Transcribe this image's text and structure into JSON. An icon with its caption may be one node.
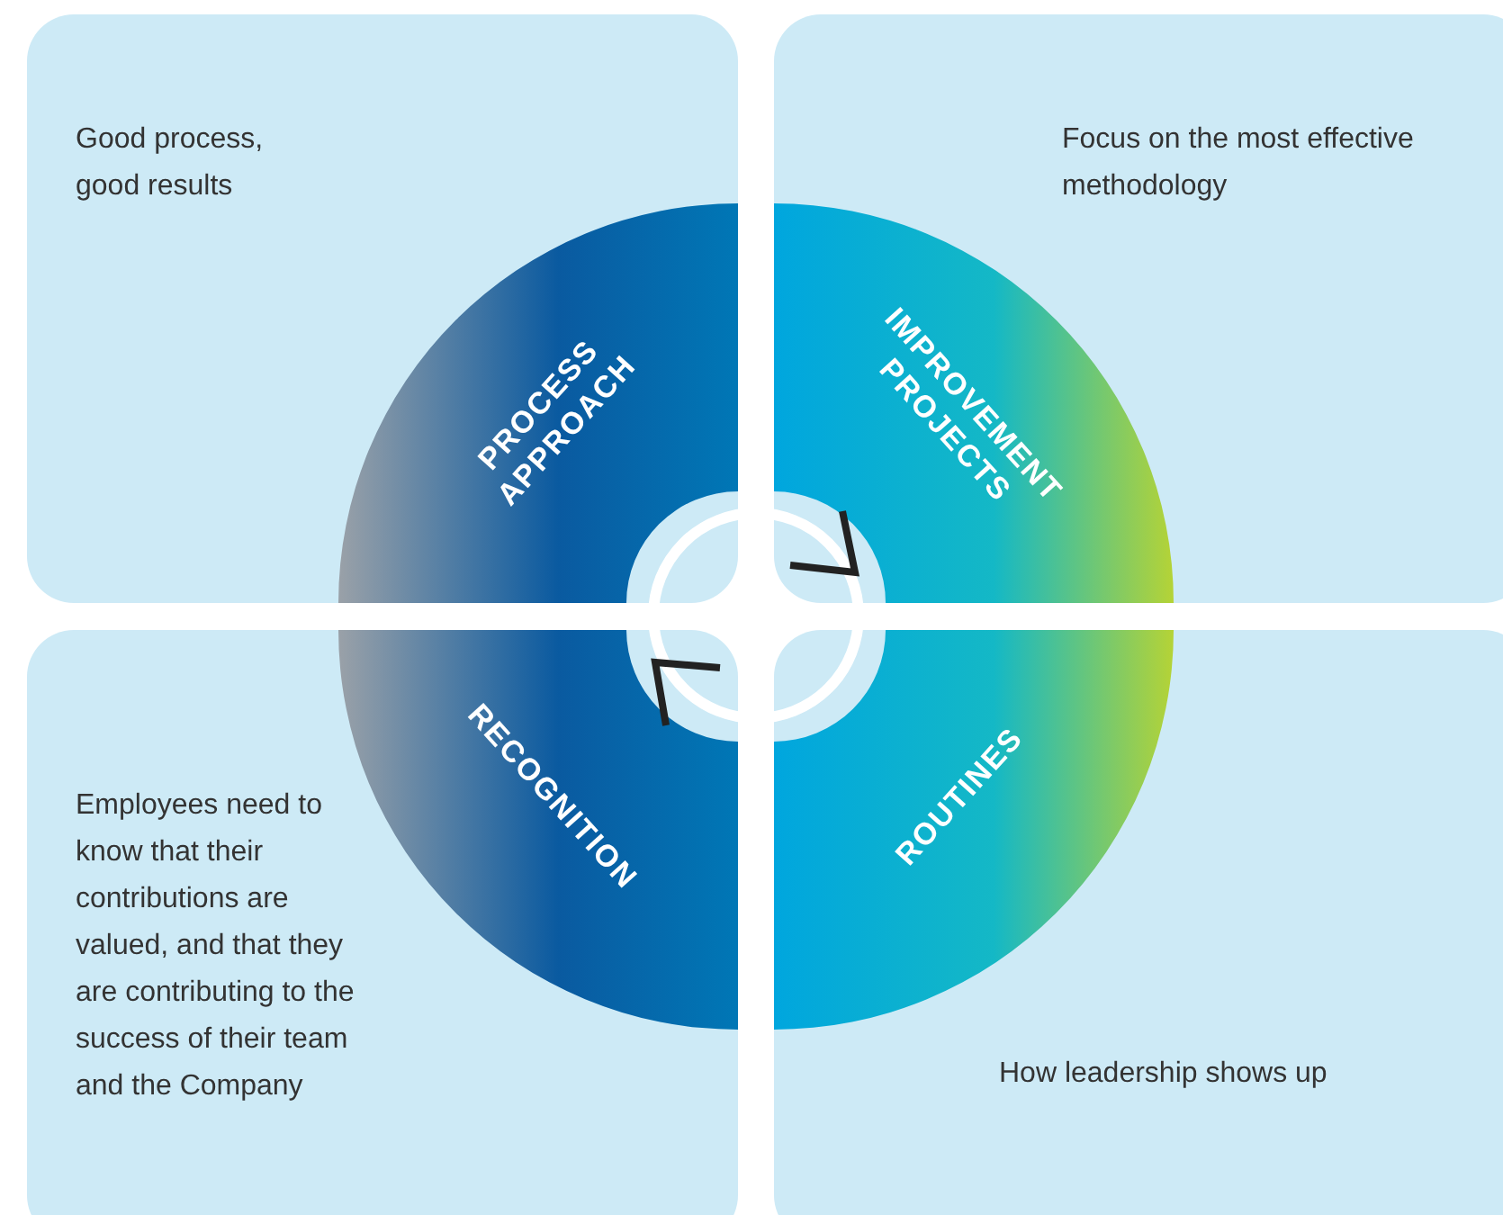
{
  "diagram": {
    "nodes": [
      {
        "text": [
          "Good process, good results"
        ]
      },
      {
        "text": [
          "PROCESS APPROACH"
        ],
        "in": 0
      },
      {
        "text": [
          "Focus on the most effective methodology"
        ]
      },
      {
        "text": [
          "IMPROVEMENT PROJECTS"
        ],
        "in": 2
      },
      {
        "text": [
          "Employees need to know that their contributions are valued, and that they are contributing to the success of their team and the Company"
        ]
      },
      {
        "text": [
          "RECOGNITION"
        ],
        "in": 4
      },
      {
        "text": [
          "How leadership shows up"
        ]
      },
      {
        "text": [
          "ROUTINES"
        ],
        "in": 6
      },
      {
        "text": [],
        "shape": "circle"
      }
    ]
  }
}
